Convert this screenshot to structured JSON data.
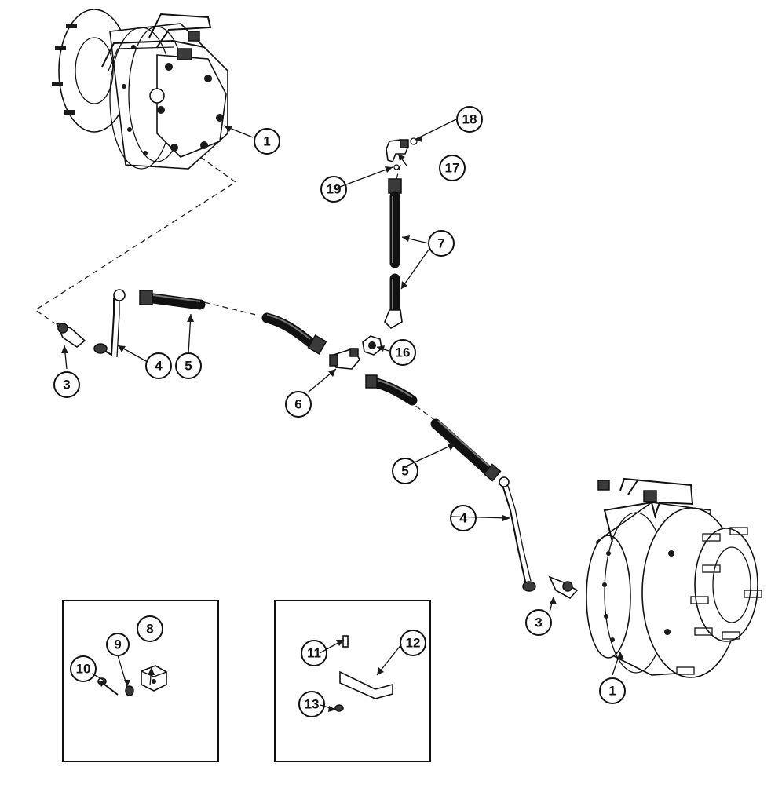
{
  "callouts": [
    {
      "id": "c1a",
      "label": "1"
    },
    {
      "id": "c1b",
      "label": "1"
    },
    {
      "id": "c3a",
      "label": "3"
    },
    {
      "id": "c3b",
      "label": "3"
    },
    {
      "id": "c4a",
      "label": "4"
    },
    {
      "id": "c4b",
      "label": "4"
    },
    {
      "id": "c5a",
      "label": "5"
    },
    {
      "id": "c5b",
      "label": "5"
    },
    {
      "id": "c6",
      "label": "6"
    },
    {
      "id": "c7",
      "label": "7"
    },
    {
      "id": "c8",
      "label": "8"
    },
    {
      "id": "c9",
      "label": "9"
    },
    {
      "id": "c10",
      "label": "10"
    },
    {
      "id": "c11",
      "label": "11"
    },
    {
      "id": "c12",
      "label": "12"
    },
    {
      "id": "c13",
      "label": "13"
    },
    {
      "id": "c16",
      "label": "16"
    },
    {
      "id": "c17",
      "label": "17"
    },
    {
      "id": "c18",
      "label": "18"
    },
    {
      "id": "c19",
      "label": "19"
    }
  ]
}
